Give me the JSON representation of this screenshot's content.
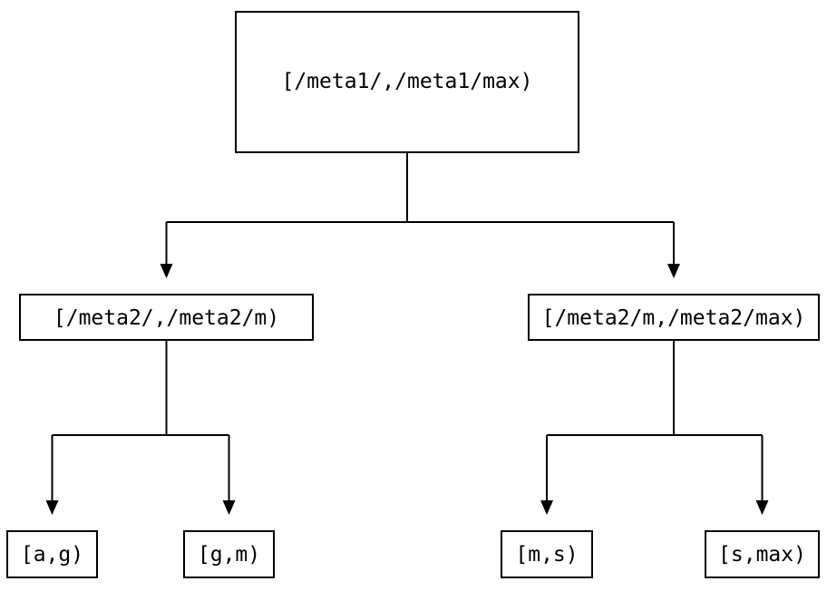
{
  "diagram": {
    "background_color": "#ffffff",
    "line_color": "#000000",
    "text_color": "#000000",
    "nodes": {
      "root": {
        "label": "[/meta1/,/meta1/max)"
      },
      "level2_left": {
        "label": "[/meta2/,/meta2/m)"
      },
      "level2_right": {
        "label": "[/meta2/m,/meta2/max)"
      },
      "leaf_ag": {
        "label": "[a,g)"
      },
      "leaf_gm": {
        "label": "[g,m)"
      },
      "leaf_ms": {
        "label": "[m,s)"
      },
      "leaf_smax": {
        "label": "[s,max)"
      }
    }
  }
}
